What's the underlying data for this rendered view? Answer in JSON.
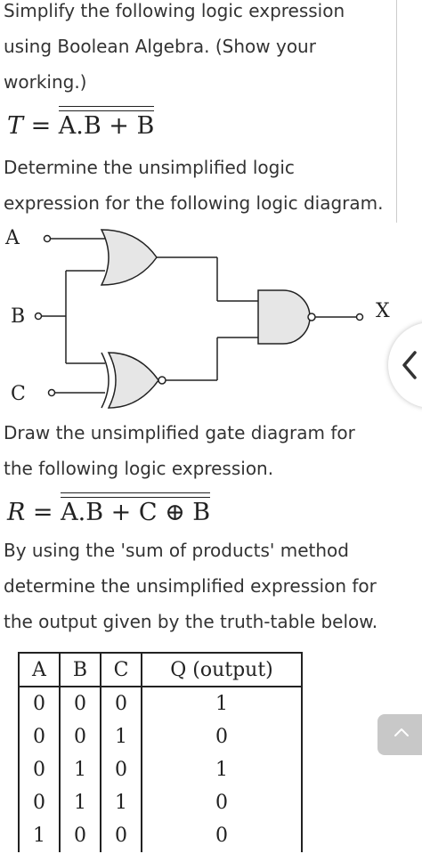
{
  "q1": {
    "line1": "Simplify the following logic expression",
    "line2": "using Boolean Algebra. (Show your",
    "line3": "working.)",
    "expr_lhs": "T = ",
    "expr_a": "A",
    "expr_mid": ".B + ",
    "expr_b": "B"
  },
  "q2": {
    "line1": "Determine the unsimplified logic",
    "line2": "expression for the following logic diagram."
  },
  "diagram": {
    "input_a": "A",
    "input_b": "B",
    "input_c": "C",
    "output_x": "X"
  },
  "q3": {
    "line1": "Draw the unsimplified gate diagram for",
    "line2": "the following logic expression.",
    "expr_lhs": "R = ",
    "expr_a": "A",
    "expr_rest": ".B + C ⊕ B"
  },
  "q4": {
    "line1": "By using the 'sum of products' method",
    "line2": "determine the unsimplified expression for",
    "line3": "the output given by the truth-table below."
  },
  "truth_table": {
    "headers": [
      "A",
      "B",
      "C",
      "Q (output)"
    ],
    "rows": [
      [
        "0",
        "0",
        "0",
        "1"
      ],
      [
        "0",
        "0",
        "1",
        "0"
      ],
      [
        "0",
        "1",
        "0",
        "1"
      ],
      [
        "0",
        "1",
        "1",
        "0"
      ],
      [
        "1",
        "0",
        "0",
        "0"
      ]
    ]
  },
  "icons": {
    "side": "chevron-left-icon",
    "scroll_top": "chevron-up-icon"
  }
}
